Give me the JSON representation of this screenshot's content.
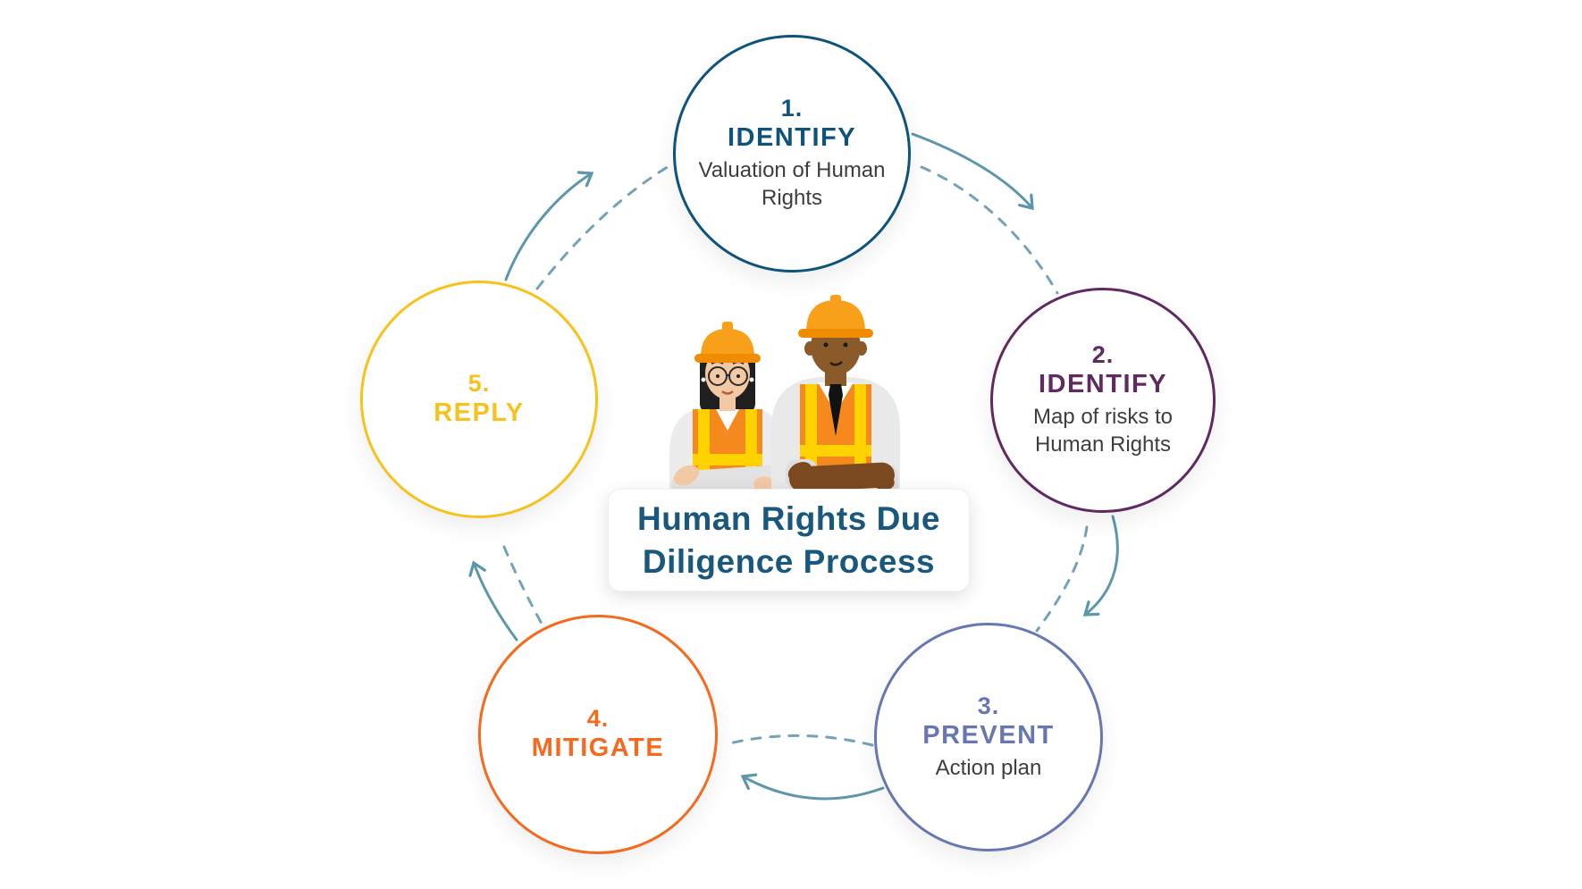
{
  "diagram_title": {
    "line1": "Human Rights Due",
    "line2": "Diligence Process",
    "color": "#19587c"
  },
  "steps": [
    {
      "number": "1.",
      "label": "IDENTIFY",
      "description": "Valuation of Human Rights",
      "color": "#0e537b",
      "position": "top"
    },
    {
      "number": "2.",
      "label": "IDENTIFY",
      "description": "Map of risks to Human Rights",
      "color": "#5e2a60",
      "position": "right"
    },
    {
      "number": "3.",
      "label": "PREVENT",
      "description": "Action plan",
      "color": "#6877b0",
      "position": "bottom-right"
    },
    {
      "number": "4.",
      "label": "MITIGATE",
      "description": "",
      "color": "#f46a1e",
      "position": "bottom-left"
    },
    {
      "number": "5.",
      "label": "REPLY",
      "description": "",
      "color": "#f6c21c",
      "position": "left"
    }
  ],
  "arrows": {
    "direction": "clockwise",
    "solid_color": "#5e96ab",
    "dashed_color": "#74a3b6",
    "pairs": [
      "5-to-1",
      "1-to-2",
      "2-to-3",
      "3-to-4",
      "4-to-5"
    ]
  },
  "illustration": {
    "name": "two-construction-workers",
    "details": "woman with glasses and man with tie, both wearing yellow-orange hard hats and orange safety vests with yellow stripes, arms crossed"
  },
  "description_color": "#3e3e3e",
  "background_color": "#ffffff"
}
